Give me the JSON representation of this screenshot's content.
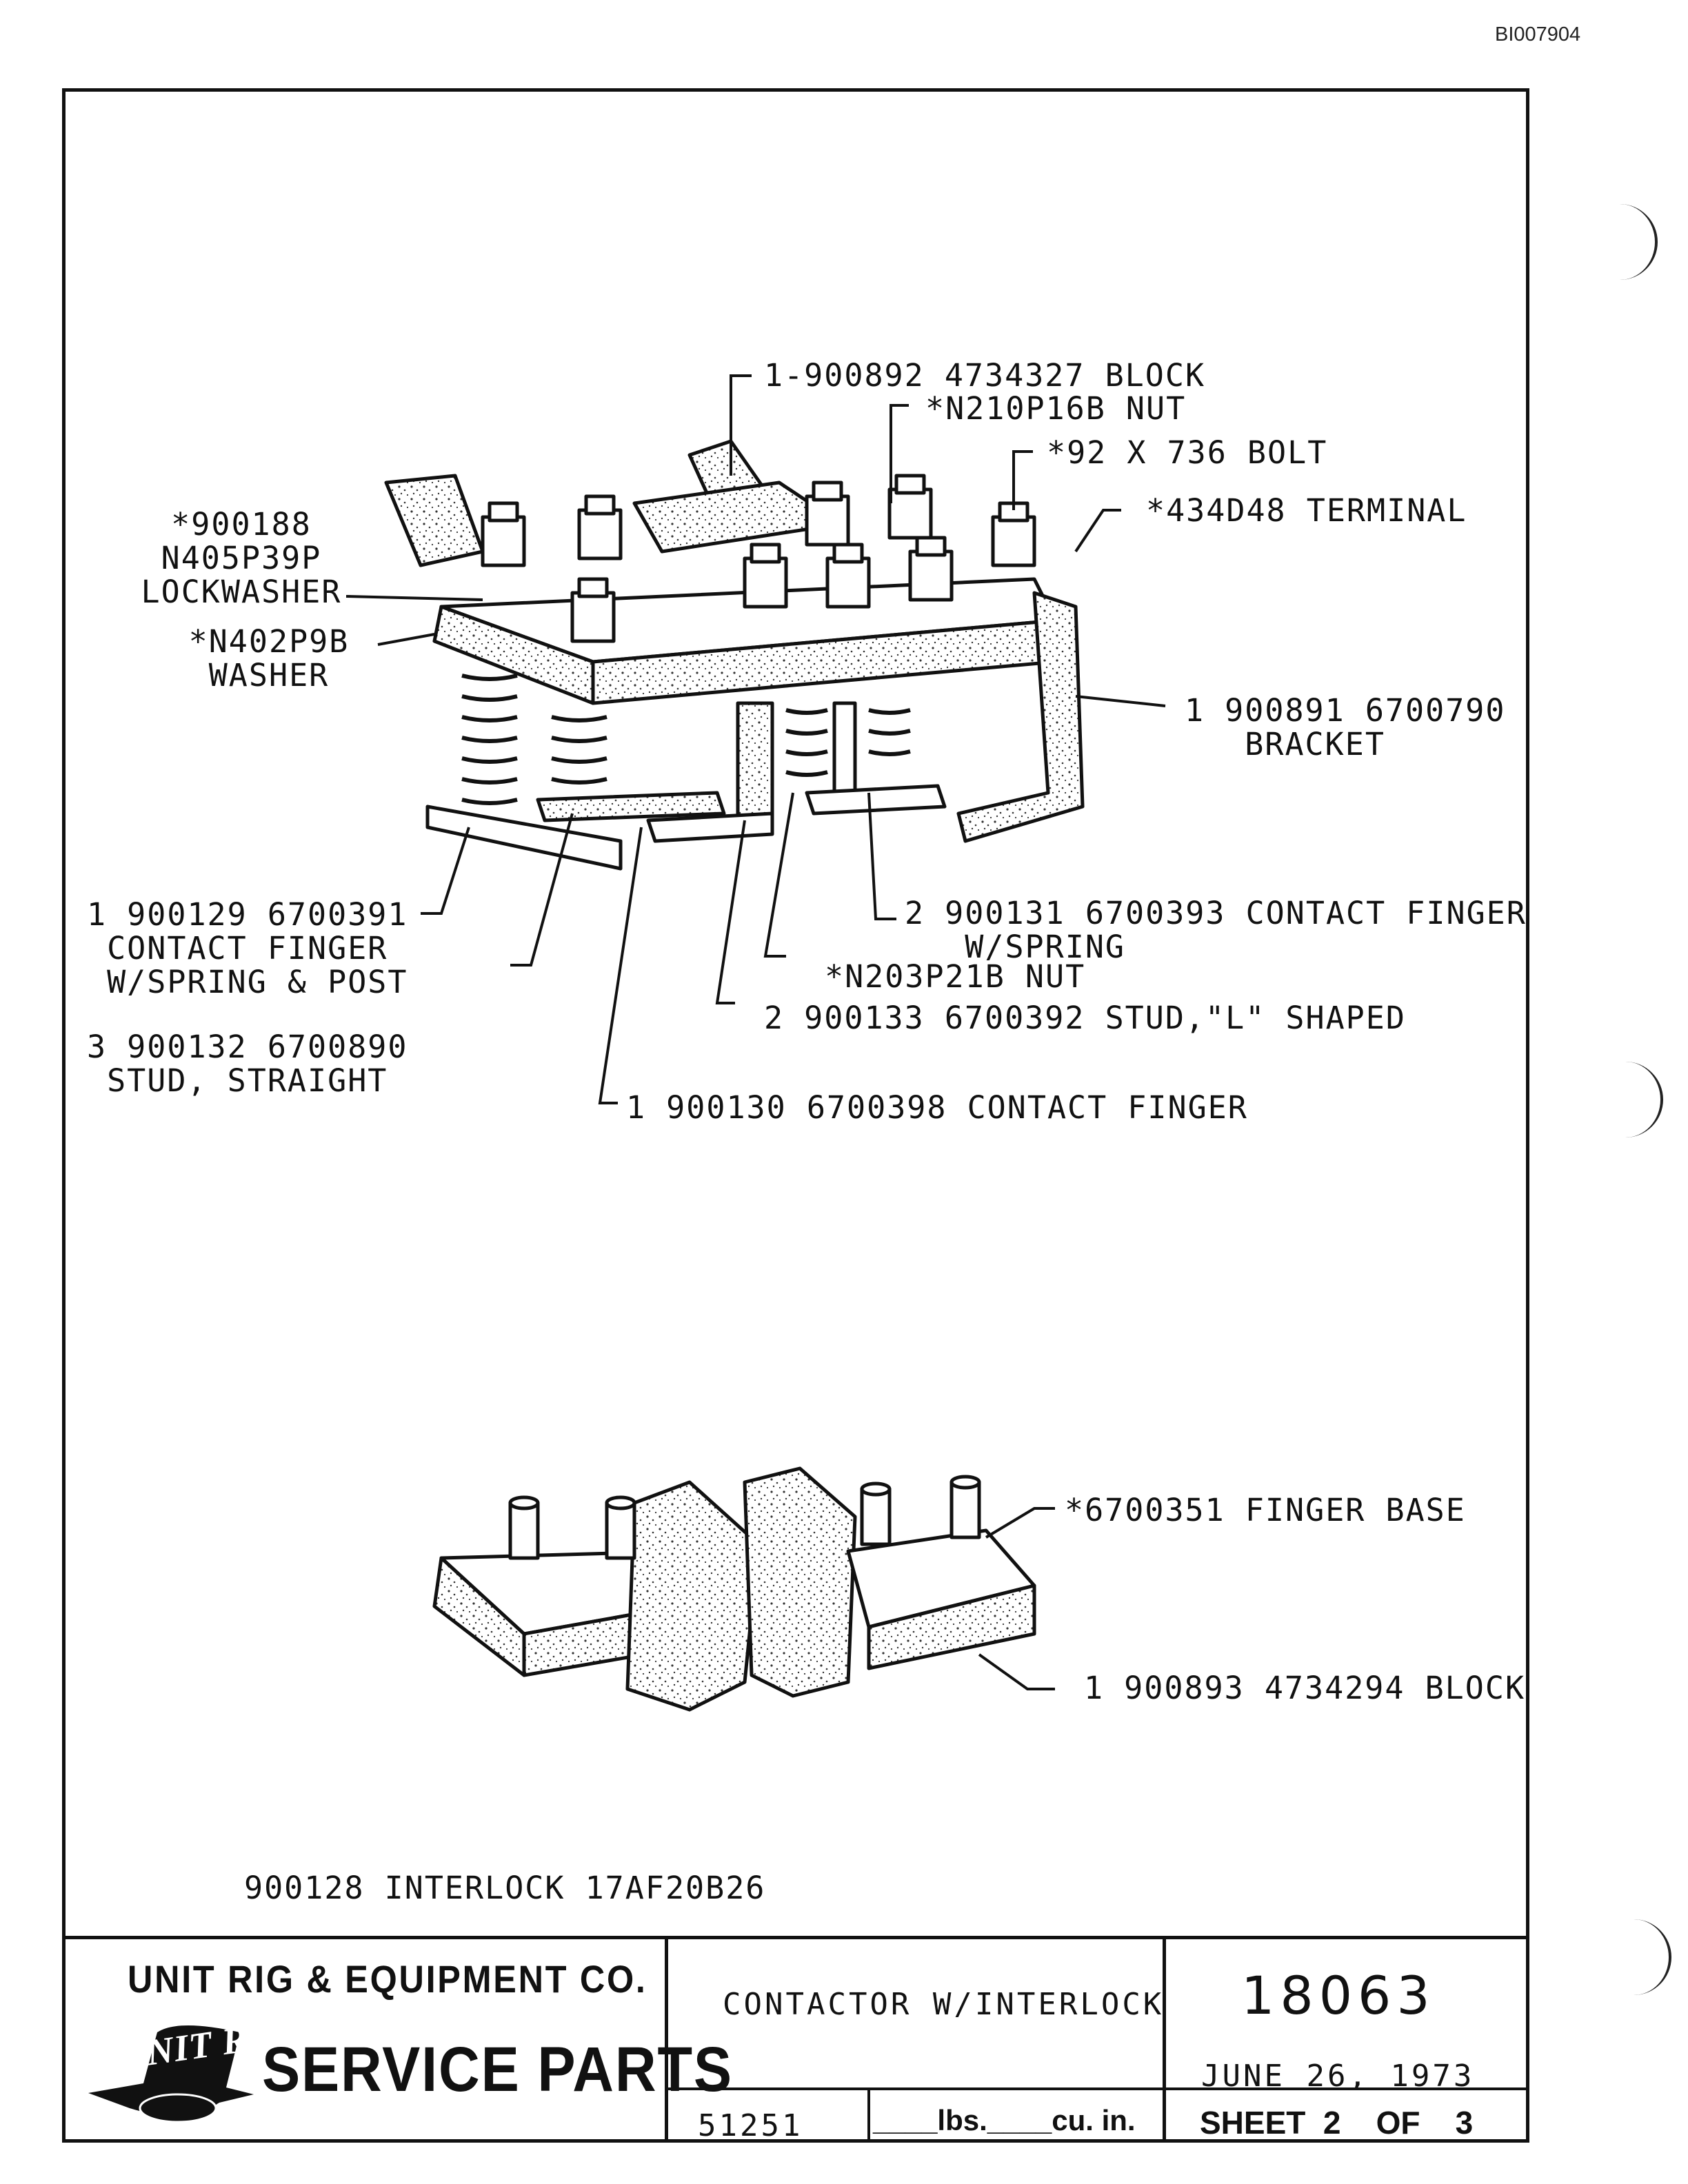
{
  "doc_id": "BI007904",
  "labels": {
    "block_top": "1-900892 4734327 BLOCK",
    "nut_top": "*N210P16B NUT",
    "bolt": "*92 X 736 BOLT",
    "terminal": "*434D48 TERMINAL",
    "lockwasher": "*900188\nN405P39P\nLOCKWASHER",
    "washer": "*N402P9B\nWASHER",
    "bracket": "1 900891 6700790\n   BRACKET",
    "finger_post": "1 900129 6700391\n CONTACT FINGER\n W/SPRING & POST",
    "finger_spring": "2 900131 6700393 CONTACT FINGER\n   W/SPRING",
    "nut_mid": "*N203P21B NUT",
    "stud_l": "2 900133 6700392 STUD,\"L\" SHAPED",
    "stud_straight": "3 900132 6700890\n STUD, STRAIGHT",
    "contact_finger": "1 900130 6700398 CONTACT FINGER",
    "finger_base": "*6700351 FINGER BASE",
    "block_bottom": "1 900893 4734294 BLOCK",
    "interlock": "900128 INTERLOCK 17AF20B26"
  },
  "title_block": {
    "company": "UNIT RIG & EQUIPMENT CO.",
    "logo_text": "UNIT RIG",
    "service_parts": "SERVICE PARTS",
    "title": "CONTACTOR W/INTERLOCK",
    "drawing_number": "18063",
    "date": "JUNE 26, 1973",
    "part_number": "51251",
    "weight_text": "____lbs.____cu. in.",
    "sheet_text": "SHEET  2    OF    3"
  }
}
